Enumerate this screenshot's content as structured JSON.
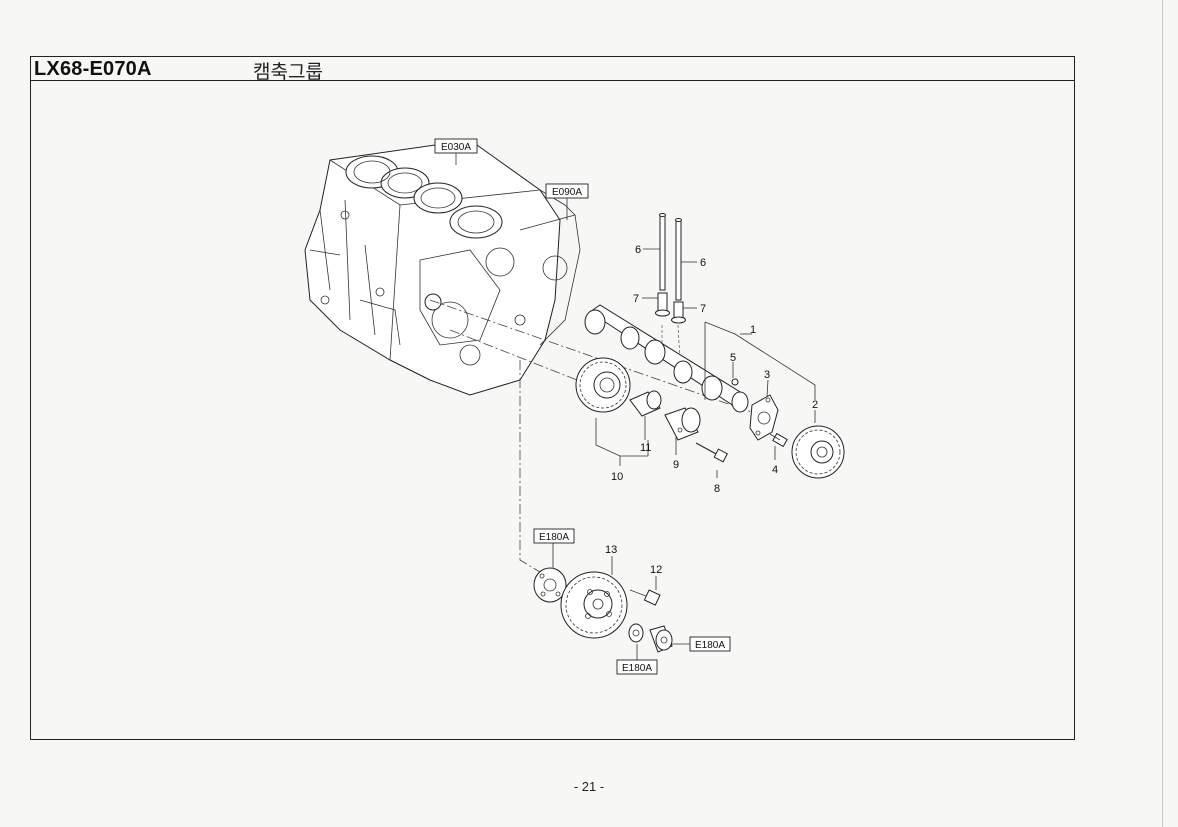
{
  "header": {
    "code": "LX68-E070A",
    "title": "캠축그룹"
  },
  "page_number": "- 21 -",
  "references": {
    "cylinder_block": "E030A",
    "timing_case": "E090A",
    "idle_gear_top": "E180A",
    "idle_gear_right": "E180A",
    "idle_gear_bottom": "E180A"
  },
  "callouts": {
    "n1": "1",
    "n2": "2",
    "n3": "3",
    "n4": "4",
    "n5": "5",
    "n6a": "6",
    "n6b": "6",
    "n7a": "7",
    "n7b": "7",
    "n8": "8",
    "n9": "9",
    "n10": "10",
    "n11": "11",
    "n12": "12",
    "n13": "13"
  }
}
